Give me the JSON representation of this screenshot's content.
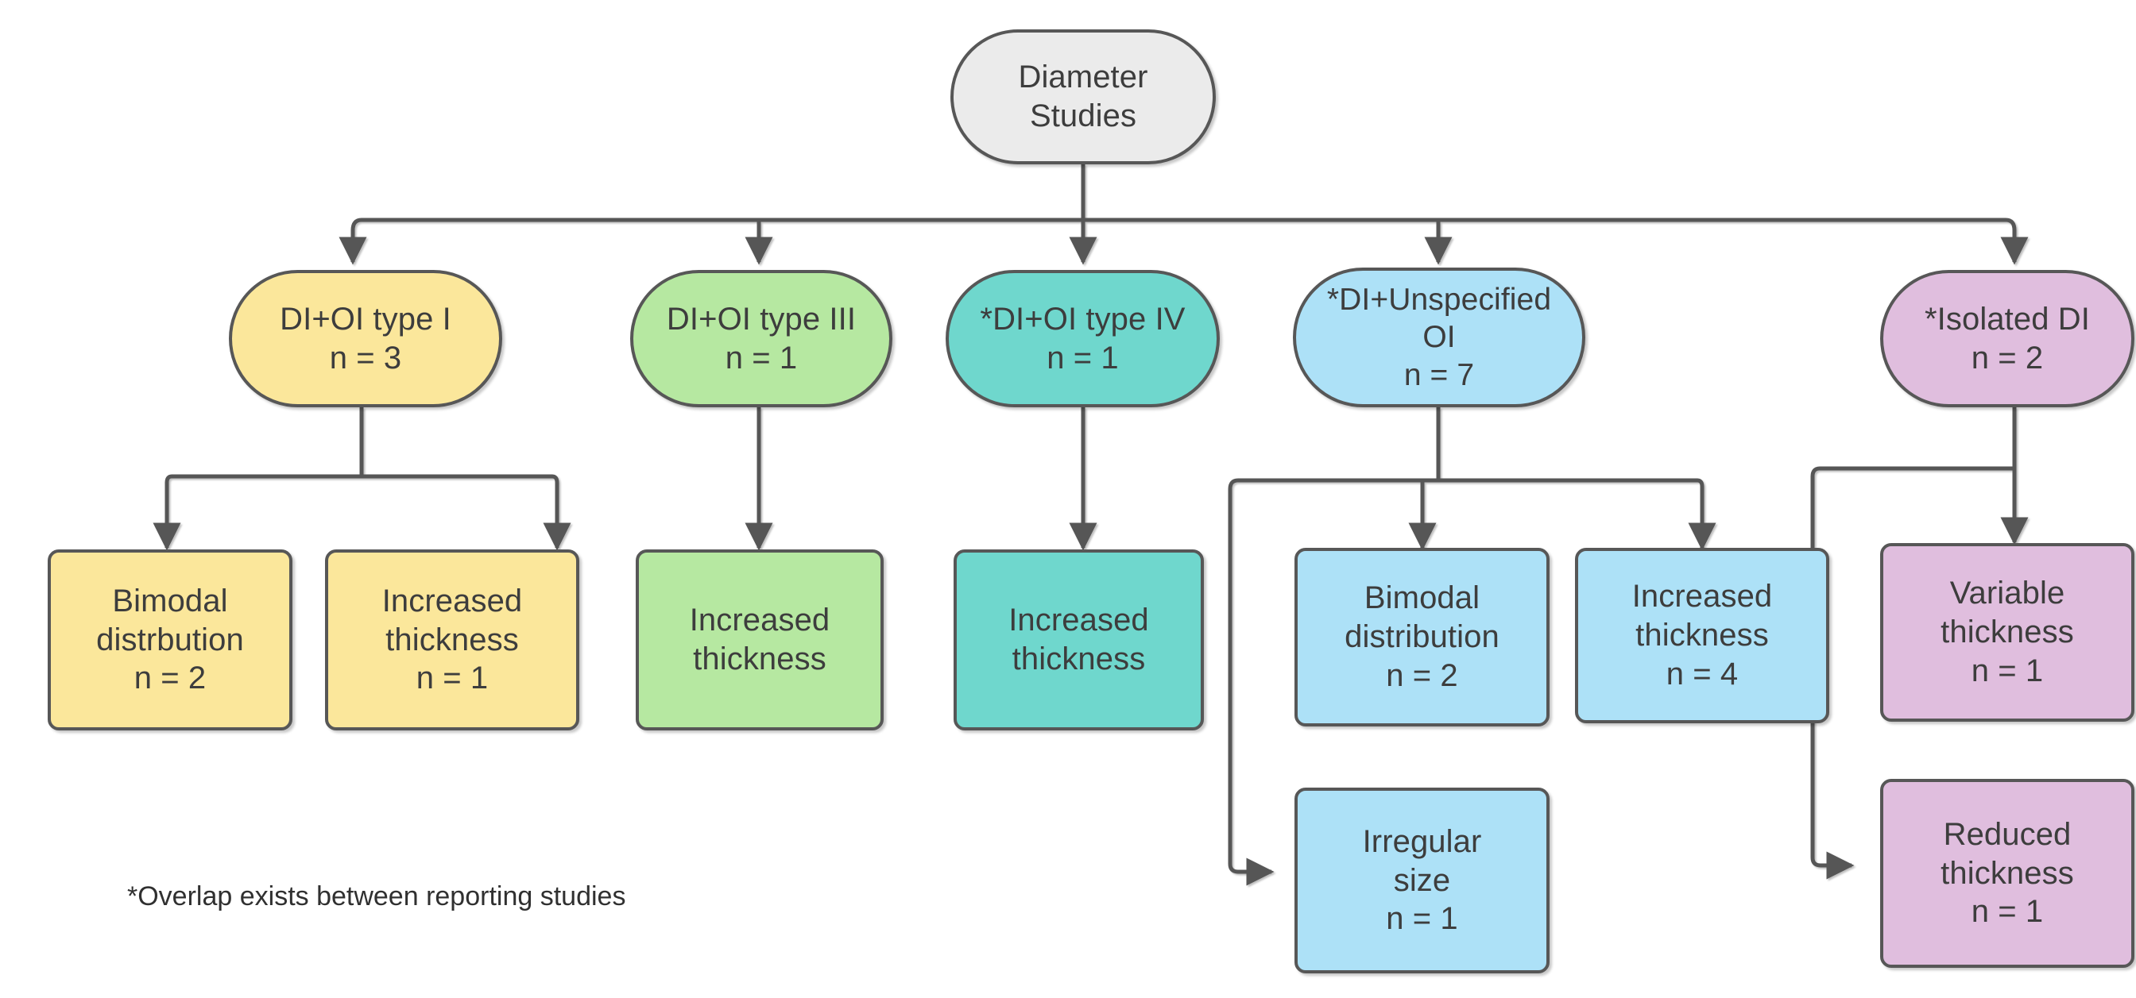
{
  "diagram": {
    "title_node": {
      "lines": [
        "Diameter",
        "Studies"
      ]
    },
    "footnote": "*Overlap exists between reporting studies",
    "colors": {
      "root": "#ebebeb",
      "type_i": "#fbe79b",
      "type_iii": "#b6e8a1",
      "type_iv": "#6fd7cd",
      "unspecified": "#ade1f7",
      "isolated": "#e0bede",
      "border": "#575757",
      "edge": "#575757",
      "text": "#3d3d3d",
      "background": "#ffffff"
    },
    "branches": [
      {
        "id": "type-i",
        "label_line1": "DI+OI type I",
        "label_line2": "n = 3",
        "children": [
          {
            "id": "bimodal-distrbution",
            "line1": "Bimodal",
            "line2": "distrbution",
            "line3": "n = 2"
          },
          {
            "id": "increased-thickness",
            "line1": "Increased",
            "line2": "thickness",
            "line3": "n = 1"
          }
        ]
      },
      {
        "id": "type-iii",
        "label_line1": "DI+OI type III",
        "label_line2": "n = 1",
        "children": [
          {
            "id": "increased-thickness",
            "line1": "Increased",
            "line2": "thickness",
            "line3": ""
          }
        ]
      },
      {
        "id": "type-iv",
        "label_line1": "*DI+OI type IV",
        "label_line2": "n = 1",
        "children": [
          {
            "id": "increased-thickness",
            "line1": "Increased",
            "line2": "thickness",
            "line3": ""
          }
        ]
      },
      {
        "id": "unspecified-oi",
        "label_line1": "*DI+Unspecified",
        "label_line2": "OI",
        "label_line3": "n = 7",
        "children": [
          {
            "id": "bimodal-distribution",
            "line1": "Bimodal",
            "line2": "distribution",
            "line3": "n = 2"
          },
          {
            "id": "increased-thickness",
            "line1": "Increased",
            "line2": "thickness",
            "line3": "n = 4"
          },
          {
            "id": "irregular-size",
            "line1": "Irregular",
            "line2": "size",
            "line3": "n = 1"
          }
        ]
      },
      {
        "id": "isolated-di",
        "label_line1": "*Isolated DI",
        "label_line2": "n = 2",
        "children": [
          {
            "id": "variable-thickness",
            "line1": "Variable",
            "line2": "thickness",
            "line3": "n = 1"
          },
          {
            "id": "reduced-thickness",
            "line1": "Reduced",
            "line2": "thickness",
            "line3": "n = 1"
          }
        ]
      }
    ]
  },
  "nodes": {
    "root": {
      "l1": "Diameter",
      "l2": "Studies",
      "l3": ""
    },
    "typei": {
      "l1": "DI+OI type I",
      "l2": "n = 3",
      "l3": ""
    },
    "typeiii": {
      "l1": "DI+OI type III",
      "l2": "n = 1",
      "l3": ""
    },
    "typeiv": {
      "l1": "*DI+OI type IV",
      "l2": "n = 1",
      "l3": ""
    },
    "unspec": {
      "l1": "*DI+Unspecified",
      "l2": "OI",
      "l3": "n = 7"
    },
    "isolated": {
      "l1": "*Isolated DI",
      "l2": "n = 2",
      "l3": ""
    },
    "y_bimodal": {
      "l1": "Bimodal",
      "l2": "distrbution",
      "l3": "n = 2"
    },
    "y_increased": {
      "l1": "Increased",
      "l2": "thickness",
      "l3": "n = 1"
    },
    "g_increased": {
      "l1": "Increased",
      "l2": "thickness",
      "l3": ""
    },
    "t_increased": {
      "l1": "Increased",
      "l2": "thickness",
      "l3": ""
    },
    "b_bimodal": {
      "l1": "Bimodal",
      "l2": "distribution",
      "l3": "n = 2"
    },
    "b_increased": {
      "l1": "Increased",
      "l2": "thickness",
      "l3": "n = 4"
    },
    "b_irregular": {
      "l1": "Irregular",
      "l2": "size",
      "l3": "n = 1"
    },
    "p_variable": {
      "l1": "Variable",
      "l2": "thickness",
      "l3": "n = 1"
    },
    "p_reduced": {
      "l1": "Reduced",
      "l2": "thickness",
      "l3": "n = 1"
    }
  },
  "footnote": {
    "text": "*Overlap exists between reporting studies"
  }
}
